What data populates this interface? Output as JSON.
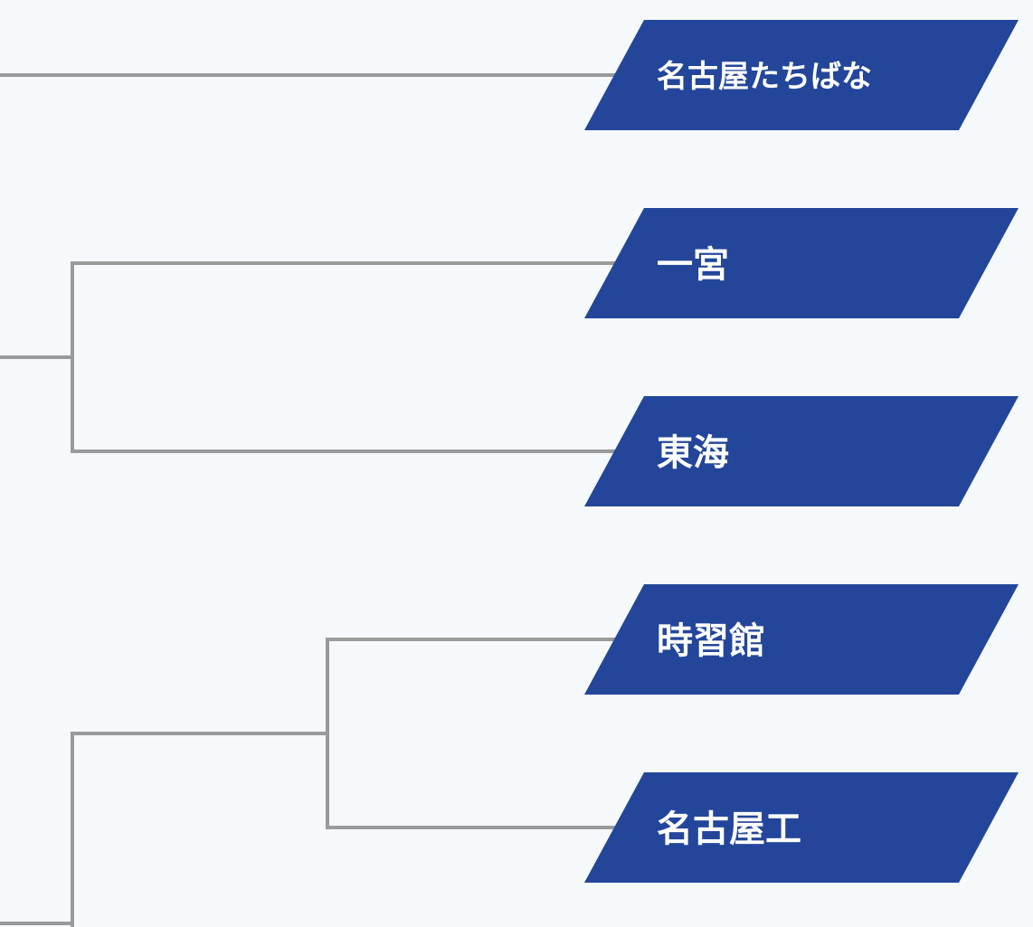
{
  "bracket": {
    "line_color": "#9a9a9a",
    "tag_color": "#23469a",
    "tag_text_color": "#ffffff",
    "teams": [
      {
        "name": "名古屋たちばな"
      },
      {
        "name": "一宮"
      },
      {
        "name": "東海"
      },
      {
        "name": "時習館"
      },
      {
        "name": "名古屋工"
      }
    ]
  }
}
